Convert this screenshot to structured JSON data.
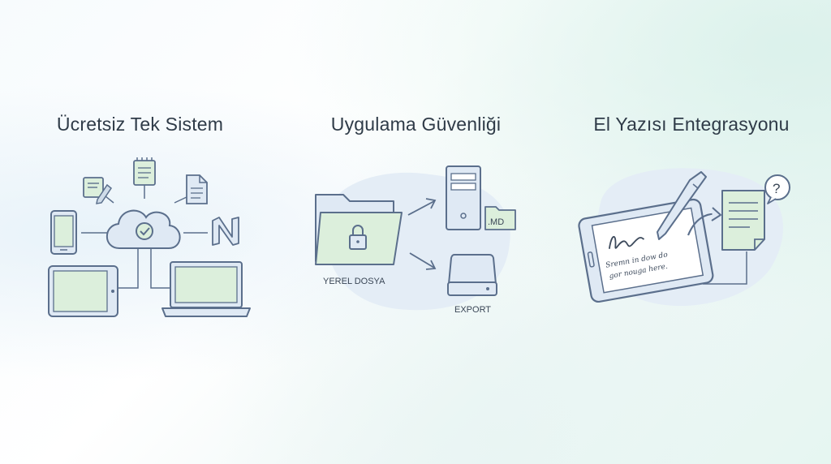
{
  "panels": [
    {
      "title": "Ücretsiz Tek Sistem",
      "illustration": {
        "center": "cloud-sync-icon",
        "devices": [
          "phone-icon",
          "tablet-icon",
          "laptop-icon"
        ],
        "items": [
          "note-pencil-icon",
          "notepad-icon",
          "document-icon",
          "notion-logo-icon"
        ]
      }
    },
    {
      "title": "Uygulama Güvenliği",
      "illustration": {
        "folder_label": "YEREL DOSYA",
        "md_label": ".MD",
        "export_label": "EXPORT"
      }
    },
    {
      "title": "El Yazısı Entegrasyonu",
      "illustration": {
        "handwriting_line_1": "Sremn in dow do",
        "handwriting_line_2": "gor nouga here.",
        "question_mark": "?"
      }
    }
  ],
  "colors": {
    "outline": "#5b6f8c",
    "fill_green": "#dcefdc",
    "fill_blue": "#dfe9f4",
    "blob": "#e4edf6",
    "title": "#2f3b48"
  }
}
